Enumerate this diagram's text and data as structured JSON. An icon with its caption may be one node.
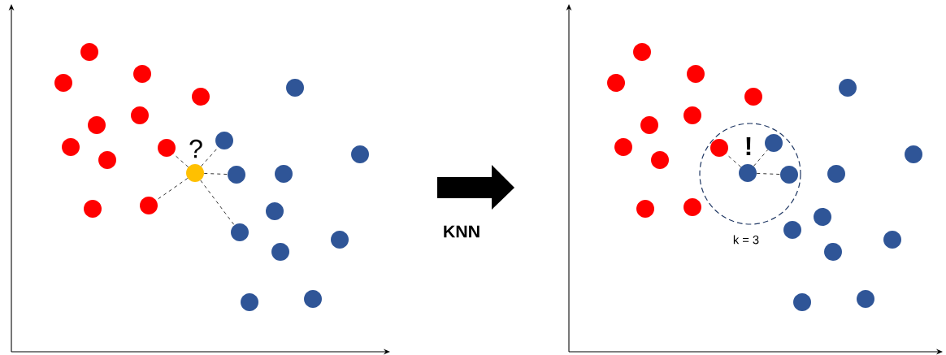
{
  "diagram": {
    "nodes": [
      {
        "text": [],
        "shape": "circle"
      },
      {
        "text": [],
        "shape": "circle"
      },
      {
        "text": [],
        "shape": "circle"
      },
      {
        "text": [],
        "shape": "circle"
      },
      {
        "text": [],
        "shape": "circle"
      },
      {
        "text": [],
        "shape": "circle"
      },
      {
        "text": [],
        "shape": "circle"
      },
      {
        "text": [],
        "shape": "circle"
      },
      {
        "text": [],
        "shape": "circle"
      },
      {
        "text": [],
        "shape": "circle"
      },
      {
        "text": [],
        "shape": "circle"
      },
      {
        "text": [],
        "shape": "circle"
      },
      {
        "text": [],
        "shape": "circle"
      },
      {
        "text": [],
        "shape": "circle"
      },
      {
        "text": [],
        "shape": "circle"
      },
      {
        "text": [],
        "shape": "circle"
      },
      {
        "text": [],
        "shape": "circle"
      },
      {
        "text": [],
        "shape": "circle"
      },
      {
        "text": [],
        "shape": "circle"
      },
      {
        "text": [],
        "shape": "circle"
      },
      {
        "text": [],
        "shape": "circle"
      },
      {
        "text": [],
        "shape": "circle"
      },
      {
        "text": [],
        "shape": "circle"
      },
      {
        "text": [],
        "shape": "circle"
      },
      {
        "text": [],
        "shape": "circle"
      },
      {
        "text": [],
        "shape": "circle"
      },
      {
        "text": [],
        "shape": "circle"
      },
      {
        "text": [],
        "shape": "circle"
      },
      {
        "text": [],
        "shape": "circle"
      },
      {
        "text": [],
        "shape": "circle"
      },
      {
        "text": [],
        "shape": "circle"
      },
      {
        "text": [],
        "shape": "circle"
      },
      {
        "text": [],
        "shape": "circle"
      },
      {
        "text": [],
        "shape": "circle"
      },
      {
        "text": [],
        "shape": "circle"
      },
      {
        "text": [],
        "shape": "circle"
      },
      {
        "text": [],
        "shape": "circle"
      },
      {
        "text": [],
        "shape": "circle"
      },
      {
        "text": [],
        "shape": "circle"
      },
      {
        "text": [],
        "shape": "circle"
      },
      {
        "text": [],
        "shape": "circle"
      },
      {
        "text": [],
        "shape": "circle"
      },
      {
        "text": [],
        "shape": "circle"
      },
      {
        "text": [],
        "shape": "circle"
      },
      {
        "text": [],
        "shape": "circle"
      },
      {
        "text": [],
        "shape": "circle"
      }
    ],
    "edges": [
      {
        "from": 22,
        "to": 8,
        "arrow": "none"
      },
      {
        "from": 22,
        "to": 10,
        "arrow": "none"
      },
      {
        "from": 22,
        "to": 12,
        "arrow": "none"
      },
      {
        "from": 22,
        "to": 13,
        "arrow": "none"
      },
      {
        "from": 22,
        "to": 17,
        "arrow": "none"
      },
      {
        "from": 45,
        "to": 31,
        "arrow": "none"
      },
      {
        "from": 45,
        "to": 35,
        "arrow": "none"
      },
      {
        "from": 45,
        "to": 36,
        "arrow": "none"
      }
    ],
    "labels": [
      "?",
      "KNN",
      "!",
      "k = 3"
    ]
  }
}
